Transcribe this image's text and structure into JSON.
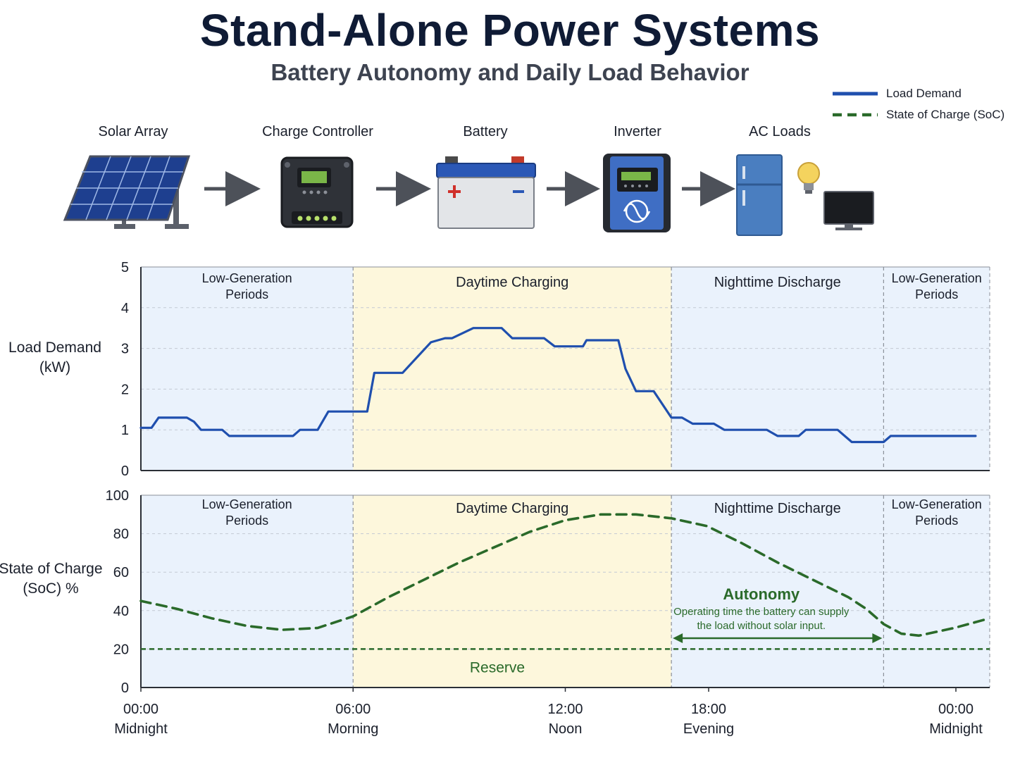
{
  "header": {
    "title": "Stand-Alone Power Systems",
    "subtitle": "Battery Autonomy and Daily Load Behavior"
  },
  "legend": {
    "load": "Load Demand",
    "soc": "State of Charge (SoC)"
  },
  "components": [
    {
      "label": "Solar Array",
      "icon": "solar-panel-icon"
    },
    {
      "label": "Charge Controller",
      "icon": "charge-controller-icon"
    },
    {
      "label": "Battery",
      "icon": "battery-icon"
    },
    {
      "label": "Inverter",
      "icon": "inverter-icon"
    },
    {
      "label": "AC Loads",
      "icon": "appliances-icon"
    }
  ],
  "colors": {
    "load_line": "#1f4fae",
    "soc_line": "#2a6a2a",
    "night_band": "#eaf2fc",
    "day_band": "#fdf7dc"
  },
  "chart_data": [
    {
      "type": "line",
      "ylabel": "Load Demand\n(kW)",
      "ylim": [
        0,
        5
      ],
      "yticks": [
        0,
        1,
        2,
        3,
        4,
        5
      ],
      "xlim": [
        0,
        24
      ],
      "bands": [
        {
          "start": 0,
          "end": 6,
          "label": "Low-Generation\nPeriods",
          "kind": "night"
        },
        {
          "start": 6,
          "end": 15,
          "label": "Daytime Charging",
          "kind": "day"
        },
        {
          "start": 15,
          "end": 21,
          "label": "Nighttime Discharge",
          "kind": "night"
        },
        {
          "start": 21,
          "end": 24,
          "label": "Low-Generation\nPeriods",
          "kind": "night"
        }
      ],
      "series": [
        {
          "name": "Load Demand",
          "x": [
            0,
            0.3,
            0.5,
            0.6,
            1.3,
            1.5,
            1.7,
            2.3,
            2.5,
            3.0,
            3.2,
            3.8,
            4.0,
            4.3,
            4.5,
            5.0,
            5.3,
            5.7,
            6.0,
            6.4,
            6.6,
            7.2,
            7.4,
            8.2,
            8.6,
            8.8,
            9.4,
            9.6,
            10.2,
            10.5,
            10.9,
            11.4,
            11.7,
            12.5,
            12.6,
            12.9,
            13.5,
            13.7,
            14.0,
            14.2,
            14.5,
            15.0,
            15.3,
            15.6,
            16.0,
            16.2,
            16.5,
            16.7,
            17.2,
            17.7,
            18.0,
            18.6,
            18.8,
            19.5,
            19.7,
            20.1,
            20.3,
            20.8,
            21.0,
            21.2,
            21.6,
            22.4,
            22.7,
            23.3,
            23.6
          ],
          "values": [
            1.05,
            1.05,
            1.3,
            1.3,
            1.3,
            1.2,
            1.0,
            1.0,
            0.85,
            0.85,
            0.85,
            0.85,
            0.85,
            0.85,
            1.0,
            1.0,
            1.45,
            1.45,
            1.45,
            1.45,
            2.4,
            2.4,
            2.4,
            3.15,
            3.25,
            3.25,
            3.5,
            3.5,
            3.5,
            3.25,
            3.25,
            3.25,
            3.05,
            3.05,
            3.2,
            3.2,
            3.2,
            2.5,
            1.95,
            1.95,
            1.95,
            1.3,
            1.3,
            1.15,
            1.15,
            1.15,
            1.0,
            1.0,
            1.0,
            1.0,
            0.85,
            0.85,
            1.0,
            1.0,
            1.0,
            0.7,
            0.7,
            0.7,
            0.7,
            0.85,
            0.85,
            0.85,
            0.85,
            0.85,
            0.85
          ]
        }
      ]
    },
    {
      "type": "line",
      "ylabel": "State of Charge\n(SoC) %",
      "ylim": [
        0,
        100
      ],
      "yticks": [
        0,
        20,
        40,
        60,
        80,
        100
      ],
      "xlim": [
        0,
        24
      ],
      "xticks": [
        {
          "x": 0,
          "label": "00:00",
          "sublabel": "Midnight"
        },
        {
          "x": 6,
          "label": "06:00",
          "sublabel": "Morning"
        },
        {
          "x": 12,
          "label": "12:00",
          "sublabel": "Noon"
        },
        {
          "x": 18,
          "label": "18:00",
          "sublabel": "Evening"
        },
        {
          "x": 24,
          "label": "00:00",
          "sublabel": "Midnight"
        }
      ],
      "bands": [
        {
          "start": 0,
          "end": 6,
          "label": "Low-Generation\nPeriods",
          "kind": "night"
        },
        {
          "start": 6,
          "end": 15,
          "label": "Daytime Charging",
          "kind": "day"
        },
        {
          "start": 15,
          "end": 21,
          "label": "Nighttime Discharge",
          "kind": "night"
        },
        {
          "start": 21,
          "end": 24,
          "label": "Low-Generation\nPeriods",
          "kind": "night"
        }
      ],
      "series": [
        {
          "name": "State of Charge (SoC)",
          "x": [
            0,
            1,
            2,
            3,
            4,
            5,
            6,
            7,
            8,
            9,
            10,
            11,
            12,
            13,
            14,
            15,
            16,
            17,
            18,
            19,
            20,
            20.5,
            21,
            21.5,
            22,
            23,
            24
          ],
          "values": [
            45,
            41,
            36,
            32,
            30,
            31,
            37,
            47,
            56,
            65,
            73,
            81,
            87,
            90,
            90,
            88,
            84,
            75,
            65,
            56,
            47,
            41,
            33,
            28,
            27,
            31,
            36
          ]
        }
      ],
      "reserve": {
        "value": 20,
        "label": "Reserve"
      },
      "autonomy": {
        "start": 15,
        "end": 21,
        "title": "Autonomy",
        "desc_line1": "Operating time the battery can supply",
        "desc_line2": "the load without solar input."
      }
    }
  ]
}
